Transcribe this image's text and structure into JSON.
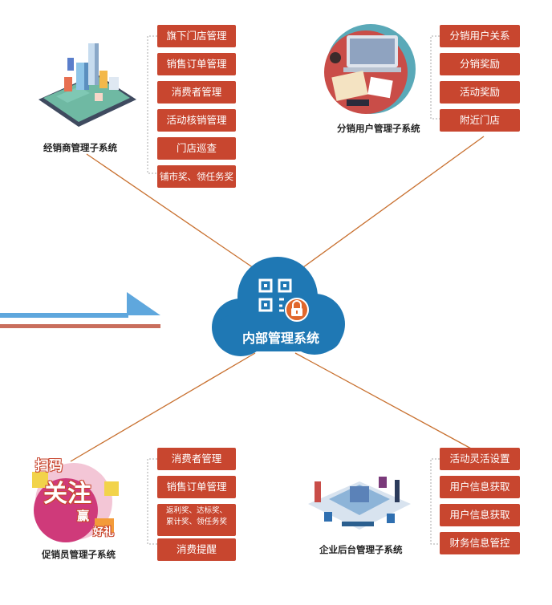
{
  "center": {
    "title": "内部管理系统"
  },
  "subsystems": {
    "dealer": {
      "title": "经销商管理子系统",
      "items": [
        "旗下门店管理",
        "销售订单管理",
        "消费者管理",
        "活动核销管理",
        "门店巡查",
        "铺市奖、领任务奖"
      ]
    },
    "distribution": {
      "title": "分销用户管理子系统",
      "items": [
        "分销用户关系",
        "分销奖励",
        "活动奖励",
        "附近门店"
      ]
    },
    "promoter": {
      "title": "促销员管理子系统",
      "items": [
        "消费者管理",
        "销售订单管理"
      ],
      "multi_item": [
        "返利奖、达标奖、",
        "累计奖、领任务奖"
      ],
      "last_item": "消费提醒",
      "illustration_text": {
        "scan": "扫码",
        "follow": "关注",
        "win": "赢",
        "gift": "好礼"
      }
    },
    "backend": {
      "title": "企业后台管理子系统",
      "items": [
        "活动灵活设置",
        "用户信息获取",
        "用户信息获取",
        "财务信息管控"
      ]
    }
  },
  "colors": {
    "tag": "#c8462f",
    "cloud": "#1f78b4",
    "arrow": "#5fa7dd",
    "line": "#c8702f",
    "bracket": "#aaaaaa"
  }
}
